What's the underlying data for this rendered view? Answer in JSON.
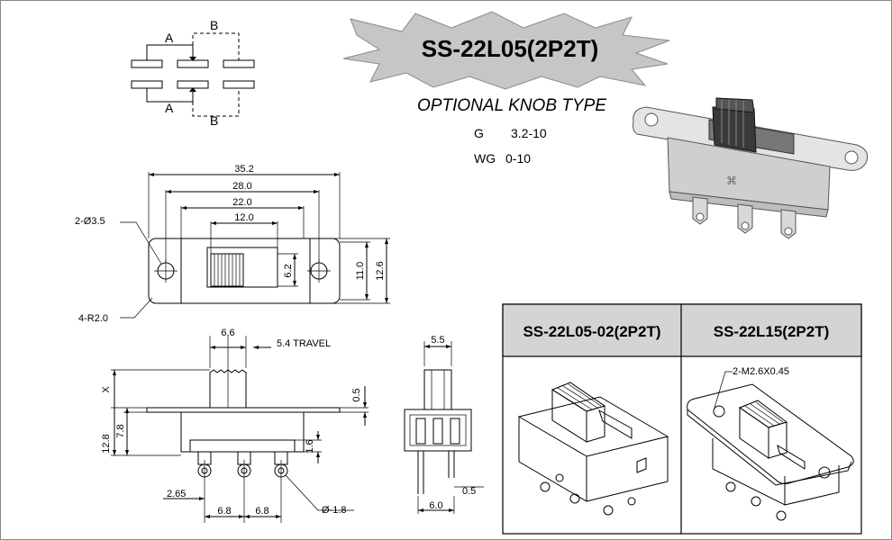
{
  "title": "SS-22L05(2P2T)",
  "knob": {
    "heading": "OPTIONAL  KNOB  TYPE",
    "g_code": "G",
    "g_range": "3.2-10",
    "wg_code": "WG",
    "wg_range": "0-10"
  },
  "schematic": {
    "a_top": "A",
    "b_top": "B",
    "a_bottom": "A",
    "b_bottom": "B"
  },
  "top_view": {
    "d_352": "35.2",
    "d_280": "28.0",
    "d_220": "22.0",
    "d_120": "12.0",
    "hole": "2-Ø3.5",
    "radius": "4-R2.0",
    "d_62": "6.2",
    "d_110": "11.0",
    "d_126": "12.6"
  },
  "side_view": {
    "d_66": "6.6",
    "travel": "5.4 TRAVEL",
    "x": "X",
    "d_05": "0.5",
    "d_78": "7.8",
    "d_128": "12.8",
    "d_16": "1.6",
    "d_265": "2.65",
    "d_68a": "6.8",
    "d_68b": "6.8",
    "d_pin": "Ø-1.8"
  },
  "end_view": {
    "d_55": "5.5",
    "d_60": "6.0",
    "d_05": "0.5"
  },
  "variants": {
    "left_name": "SS-22L05-02(2P2T)",
    "right_name": "SS-22L15(2P2T)",
    "screw": "2-M2.6X0.45"
  }
}
